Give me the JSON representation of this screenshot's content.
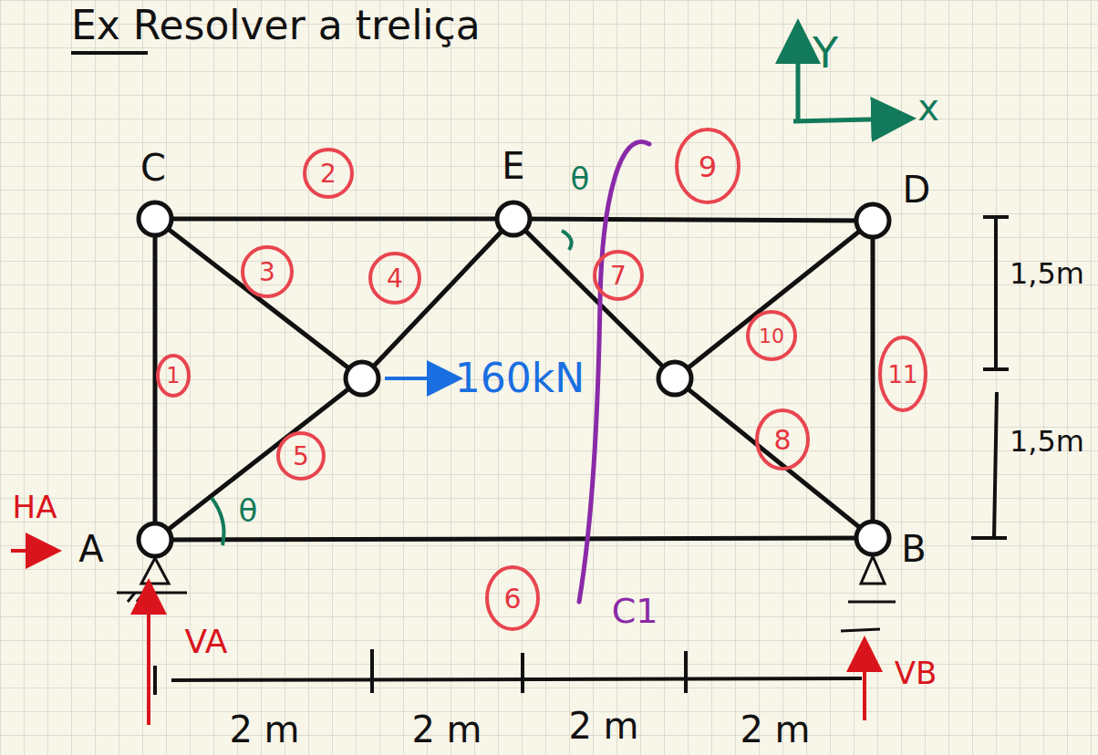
{
  "diagram": {
    "title": "Ex Resolver a treliça",
    "labels": [
      "Y",
      "x",
      "C",
      "E",
      "D",
      "A",
      "B",
      "θ",
      "θ",
      "1",
      "2",
      "3",
      "4",
      "5",
      "6",
      "7",
      "8",
      "9",
      "10",
      "11",
      "160kN",
      "HA",
      "VA",
      "VB",
      "C1",
      "1,5m",
      "1,5m",
      "2 m",
      "2 m",
      "2 m",
      "2 m"
    ]
  }
}
